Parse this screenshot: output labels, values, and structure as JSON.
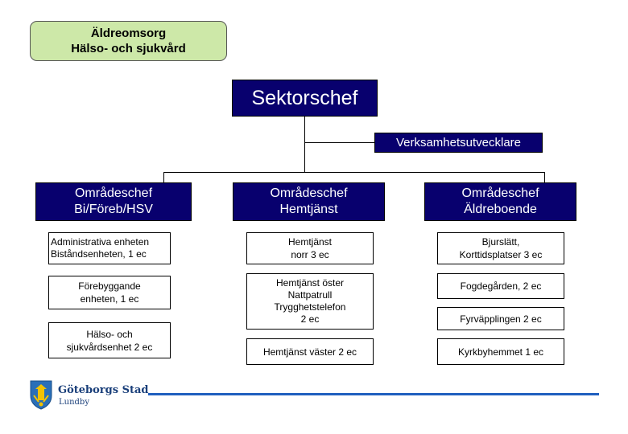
{
  "header_box": {
    "line1": "Äldreomsorg",
    "line2": "Hälso- och sjukvård",
    "bg": "#cde8a8"
  },
  "top": {
    "title": "Sektorschef"
  },
  "staff": {
    "label": "Verksamhetsutvecklare"
  },
  "columns": [
    {
      "line1": "Områdeschef",
      "line2": "Bi/Föreb/HSV"
    },
    {
      "line1": "Områdeschef",
      "line2": "Hemtjänst"
    },
    {
      "line1": "Områdeschef",
      "line2": "Äldreboende"
    }
  ],
  "left_units": [
    {
      "line1": "Administrativa enheten",
      "line2": "Biståndsenheten, 1 ec"
    },
    {
      "line1": "Förebyggande",
      "line2": "enheten, 1 ec"
    },
    {
      "line1": "Hälso- och",
      "line2": "sjukvårdsenhet 2 ec"
    }
  ],
  "middle_units": [
    {
      "lines": [
        "Hemtjänst",
        "norr 3 ec"
      ]
    },
    {
      "lines": [
        "Hemtjänst öster",
        "Nattpatrull",
        "Trygghetstelefon",
        "2 ec"
      ]
    },
    {
      "lines": [
        "Hemtjänst väster 2 ec"
      ]
    }
  ],
  "right_units": [
    {
      "lines": [
        "Bjurslätt,",
        "Korttidsplatser 3 ec"
      ]
    },
    {
      "lines": [
        "Fogdegården, 2 ec"
      ]
    },
    {
      "lines": [
        "Fyrväpplingen 2 ec"
      ]
    },
    {
      "lines": [
        "Kyrkbyhemmet 1 ec"
      ]
    }
  ],
  "logo": {
    "name": "Göteborgs Stad",
    "sub": "Lundby"
  },
  "colors": {
    "navy": "#08006e",
    "rule": "#1f5fbf",
    "logo_blue": "#2a6fb8"
  }
}
